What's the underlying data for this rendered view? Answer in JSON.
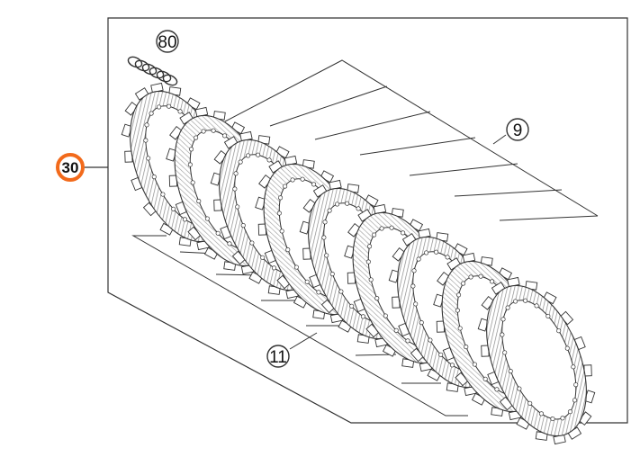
{
  "callouts": {
    "main_assembly": "30",
    "spring": "80",
    "outer_plates": "9",
    "inner_plates": "11"
  },
  "colors": {
    "highlight": "#f26a1b",
    "line": "#333333",
    "hatch": "#8a8a8a",
    "background": "#ffffff"
  },
  "plate_count": 9
}
